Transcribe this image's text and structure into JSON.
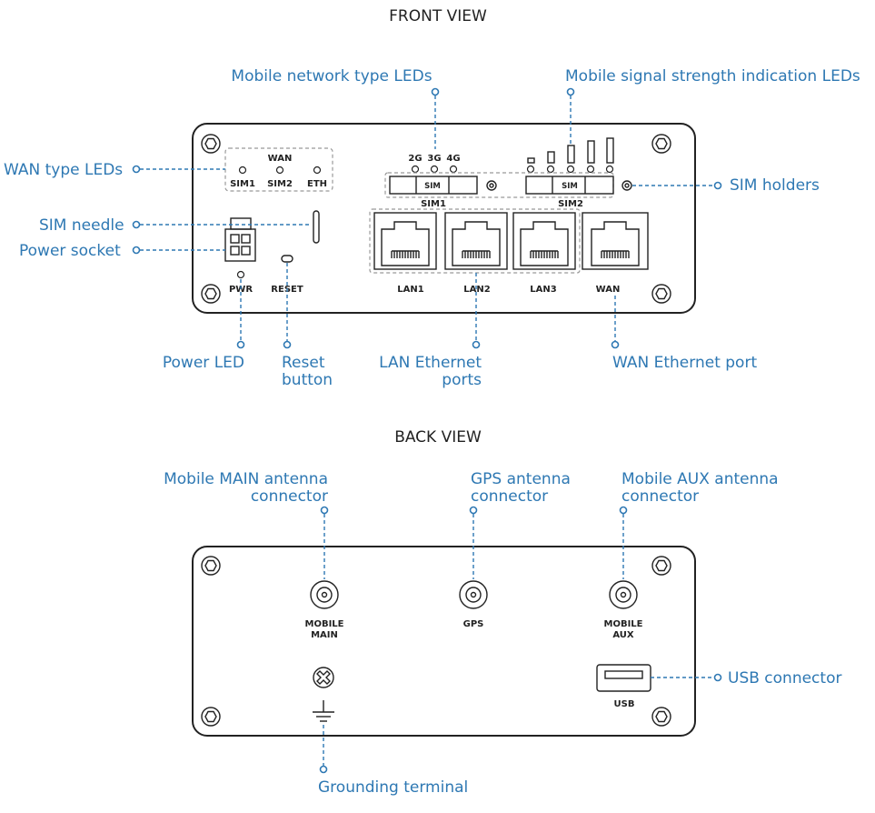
{
  "front": {
    "title": "FRONT VIEW",
    "callouts": {
      "network_type_leds": "Mobile network type LEDs",
      "signal_leds": "Mobile signal strength indication LEDs",
      "wan_type_leds": "WAN type LEDs",
      "sim_holders": "SIM holders",
      "sim_needle": "SIM needle",
      "power_socket": "Power socket",
      "power_led": "Power LED",
      "reset_button_line1": "Reset",
      "reset_button_line2": "button",
      "lan_ports_line1": "LAN Ethernet",
      "lan_ports_line2": "ports",
      "wan_port": "WAN Ethernet port"
    },
    "labels": {
      "wan": "WAN",
      "sim1_led": "SIM1",
      "sim2_led": "SIM2",
      "eth_led": "ETH",
      "led_2g": "2G",
      "led_3g": "3G",
      "led_4g": "4G",
      "sim_slot": "SIM",
      "sim1": "SIM1",
      "sim2": "SIM2",
      "pwr": "PWR",
      "reset": "RESET",
      "lan1": "LAN1",
      "lan2": "LAN2",
      "lan3": "LAN3",
      "wan_port": "WAN"
    }
  },
  "back": {
    "title": "BACK VIEW",
    "callouts": {
      "main_antenna_line1": "Mobile MAIN antenna",
      "main_antenna_line2": "connector",
      "gps_antenna_line1": "GPS antenna",
      "gps_antenna_line2": "connector",
      "aux_antenna_line1": "Mobile AUX antenna",
      "aux_antenna_line2": "connector",
      "usb_connector": "USB connector",
      "grounding_terminal": "Grounding terminal"
    },
    "labels": {
      "mobile_main_line1": "MOBILE",
      "mobile_main_line2": "MAIN",
      "gps": "GPS",
      "mobile_aux_line1": "MOBILE",
      "mobile_aux_line2": "AUX",
      "usb": "USB"
    }
  },
  "colors": {
    "callout": "#2e78b3",
    "outline": "#222222",
    "group_outline": "#999999"
  }
}
